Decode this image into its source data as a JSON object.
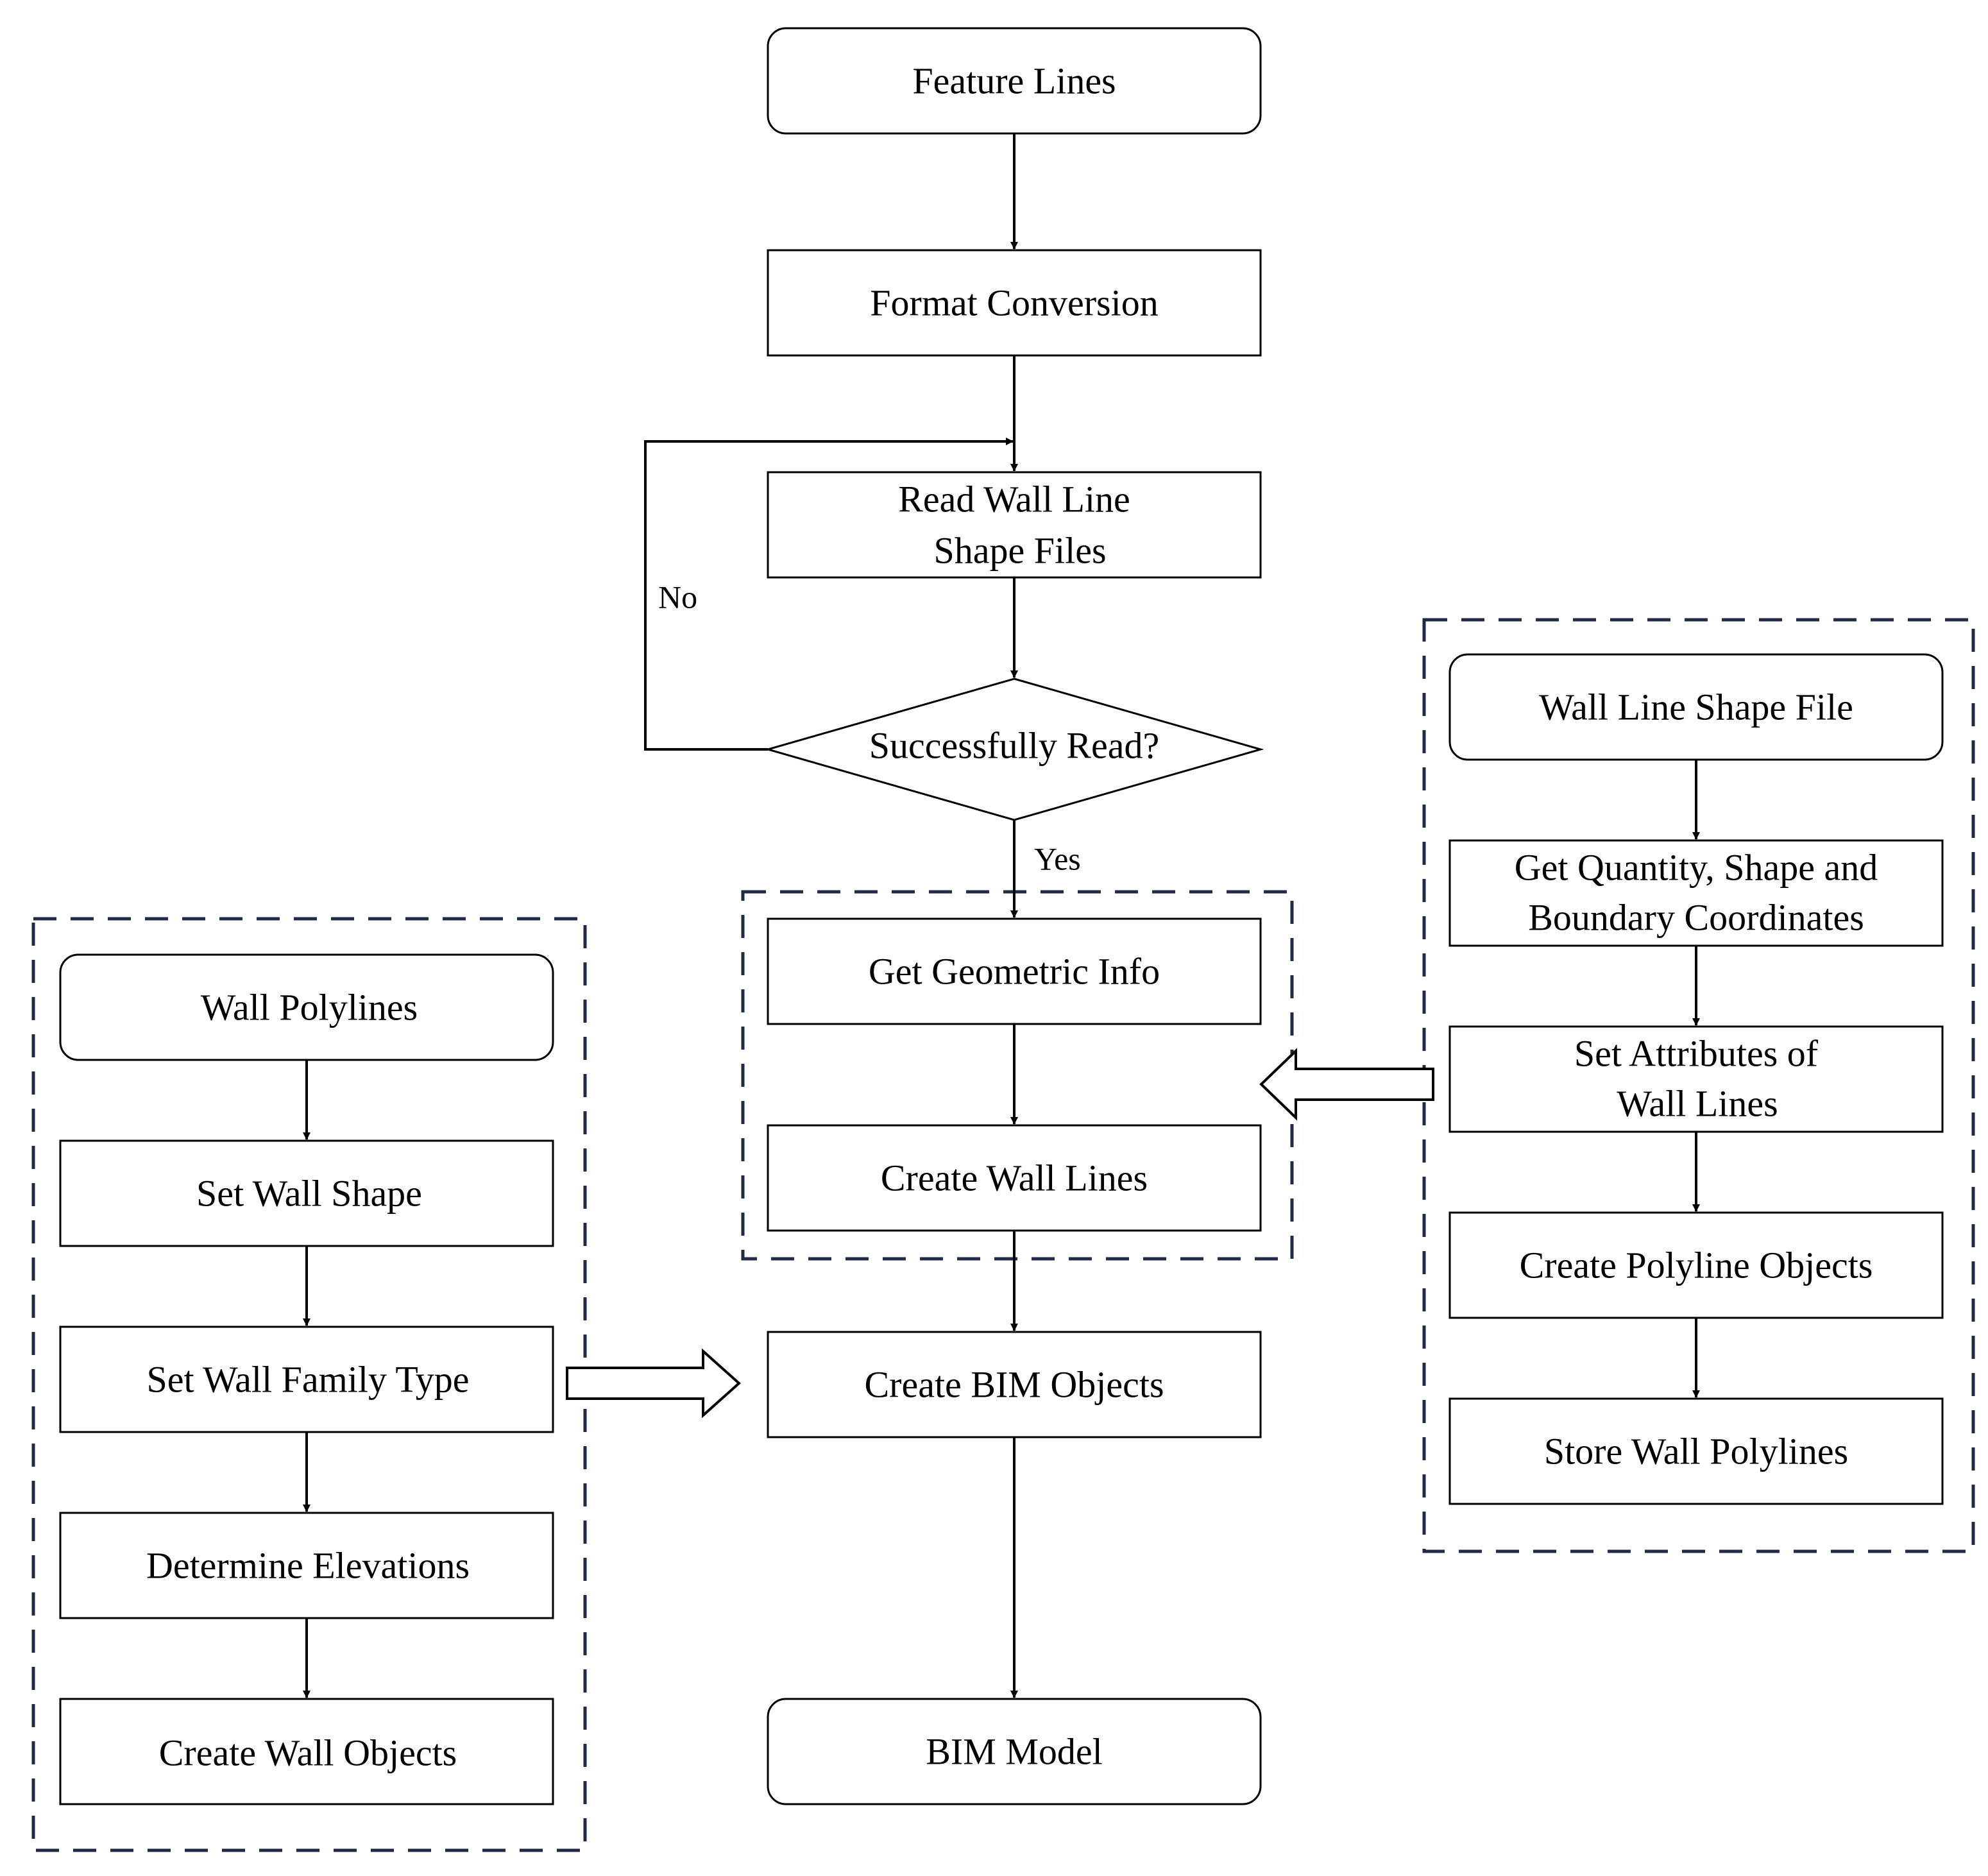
{
  "main_flow": {
    "feature_lines": "Feature Lines",
    "format_conversion": "Format Conversion",
    "read_wall_line": [
      "Read Wall Line",
      "Shape Files"
    ],
    "successfully_read": "Successfully Read?",
    "no_label": "No",
    "yes_label": "Yes",
    "get_geometric_info": "Get Geometric Info",
    "create_wall_lines": "Create Wall Lines",
    "create_bim_objects": "Create BIM Objects",
    "bim_model": "BIM Model"
  },
  "left_panel": {
    "wall_polylines": "Wall Polylines",
    "set_wall_shape": "Set Wall Shape",
    "set_wall_family_type": "Set Wall Family Type",
    "determine_elevations": "Determine Elevations",
    "create_wall_objects": "Create Wall Objects"
  },
  "right_panel": {
    "wall_line_shape_file": "Wall Line Shape File",
    "get_quantity": [
      "Get Quantity, Shape and",
      "Boundary Coordinates"
    ],
    "set_attributes": [
      "Set Attributes of",
      "Wall Lines"
    ],
    "create_polyline_objects": "Create Polyline Objects",
    "store_wall_polylines": "Store Wall Polylines"
  }
}
